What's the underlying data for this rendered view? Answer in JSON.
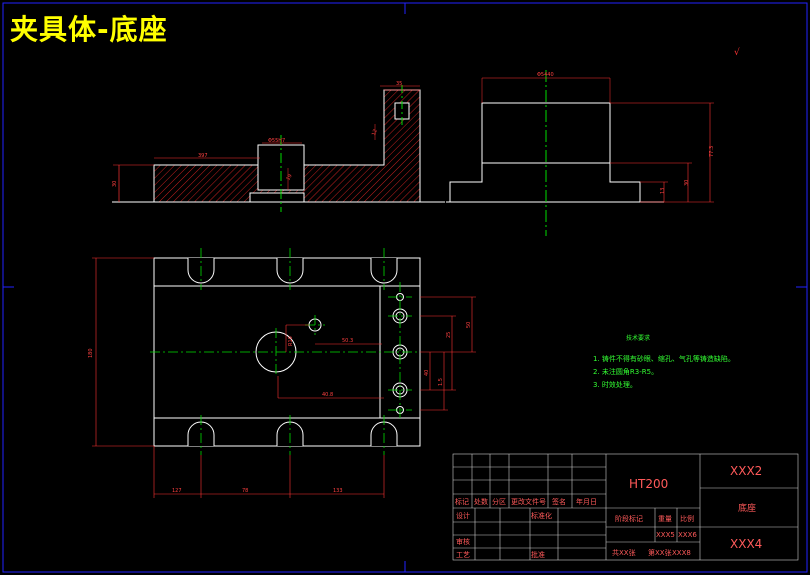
{
  "drawing": {
    "title": "夹具体-底座",
    "colors": {
      "background": "#000000",
      "outline": "#ffffff",
      "centerline": "#00dd00",
      "hatch": "#cc2222",
      "dimension": "#ff3333",
      "title": "#ffff00",
      "frame": "#2222ff",
      "notes": "#33ff33"
    }
  },
  "dimensions": {
    "front_step_height": "30",
    "front_base_length": "397",
    "front_hole_dia": "Φ55H7",
    "front_hole_depth": "19",
    "front_post_width": "35",
    "front_post_height": "12",
    "side_top_width": "Φ5440",
    "side_total_height": "77.3",
    "side_height_a": "30",
    "side_height_b": "13",
    "plan_width": "180",
    "plan_len_a": "127",
    "plan_len_b": "78",
    "plan_len_c": "133",
    "plan_r1": "R10",
    "plan_h1": "50.3",
    "plan_h2": "40.8",
    "plan_v1": "50",
    "plan_v2": "25",
    "plan_v3": "40",
    "plan_v4": "1.5"
  },
  "notes": {
    "heading": "技术要求",
    "item1": "1. 铸件不得有砂眼、缩孔、气孔等铸造缺陷。",
    "item2": "2. 未注圆角R3-R5。",
    "item3": "3. 时效处理。"
  },
  "symbols": {
    "roughness_mark": "√"
  },
  "title_block": {
    "material": "HT200",
    "drawing_no": "XXX2",
    "part_name": "底座",
    "code": "XXX4",
    "stage_label": "阶段标记",
    "weight_label": "重量",
    "scale_label": "比例",
    "weight_value": "XXX5",
    "scale_value": "XXX6",
    "sheets": "共XX张",
    "sheet_no": "第XX张",
    "sheet_ref": "XXX8",
    "header": {
      "mark": "标记",
      "count": "处数",
      "zone": "分区",
      "doc_no": "更改文件号",
      "sign": "签名",
      "date": "年月日"
    },
    "designer": "设计",
    "standard": "标准化",
    "reviewer": "审核",
    "process": "工艺",
    "approve": "批准"
  }
}
